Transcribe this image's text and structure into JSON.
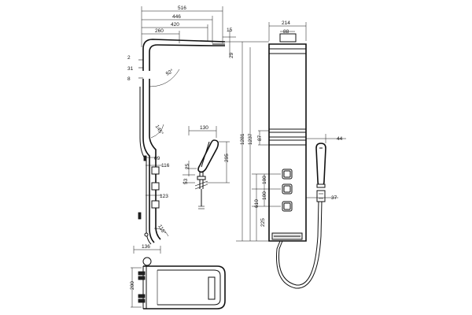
{
  "dimensions": {
    "top_516": "516",
    "top_446": "446",
    "top_420": "420",
    "top_260": "260",
    "top_15": "15",
    "top_29": "29",
    "side_2": "2",
    "side_31": "31",
    "side_8": "8",
    "angle_92": "92°",
    "angle_145": "145°",
    "side_69": "69",
    "side_116": "116",
    "side_123": "123",
    "angle_115": "115°",
    "bottom_136": "136",
    "plan_200": "200",
    "shower_130": "130",
    "shower_295": "295",
    "shower_25": "25",
    "shower_53": "53",
    "front_214": "214",
    "front_88": "88",
    "front_1281": "1281",
    "front_1237": "1237",
    "front_87": "87",
    "front_610": "610",
    "front_100a": "100",
    "front_100b": "100",
    "front_225": "225",
    "hand_44": "44",
    "hand_37": "37"
  }
}
